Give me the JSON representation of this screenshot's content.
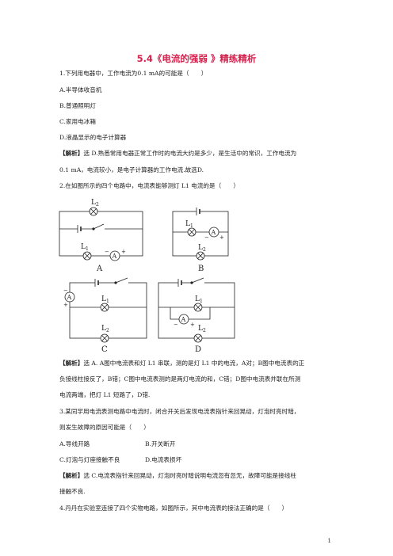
{
  "title": "5.4《电流的强弱 》精练精析",
  "q1": {
    "stem": "1.下列用电器中，工作电流为0.1 mA的可能是（　　）",
    "options": [
      "A.半导体收音机",
      "B.普通照明灯",
      "C.家用电冰箱",
      "D.液晶显示的电子计算器"
    ],
    "analysis_tag": "【解析】",
    "analysis_l1": "选 D.熟悉常用电器正常工作时的电流大约是多少，是生活中的常识，工作电流为",
    "analysis_l2": "0.1 mA，电流较小，是电子计算器的工作电流.故选D."
  },
  "q2": {
    "stem": "2.在如图所示的四个电路中，电流表能够测灯 L1 电流的是（　　）",
    "circuit_labels": {
      "A": "A",
      "B": "B",
      "C": "C",
      "D": "D",
      "L1": "L",
      "L2": "L",
      "sub1": "1",
      "sub2": "2",
      "ammeter": "A",
      "plus": "+",
      "minus": "−"
    },
    "analysis_tag": "【解析】",
    "analysis_l1": "选 A. A图中电流表和灯 L1 串联，测的是灯 L1 中的电流，A对；B图中电流表的正",
    "analysis_l2": "负接线柱接反了，B错；C图中电流表测的是两灯电流的和，C错；D图中电流表并联在所测",
    "analysis_l3": "电流两端，把灯 L1 短路了，D错."
  },
  "q3": {
    "stem_l1": "3.某同学用电流表测电路中电流时，闭合开关后发现电流表指针来回晃动，灯泡时亮时暗，",
    "stem_l2": "则发生故障的原因可能是（　　）",
    "opt_a": "A.导线开路",
    "opt_b": "B.开关断开",
    "opt_c": "C.灯泡与灯座接触不良",
    "opt_d": "D.电流表损坏",
    "analysis_tag": "【解析】",
    "analysis_l1": "选 C.电流表指针来回晃动，灯泡时亮时暗说明电流忽有忽无，故障可能是接线柱",
    "analysis_l2": "接触不良."
  },
  "q4": {
    "stem": "4.丹丹在实验室连接了四个实物电路，如图所示，其中电流表的接法正确的是（　　）"
  },
  "page_number": "1"
}
